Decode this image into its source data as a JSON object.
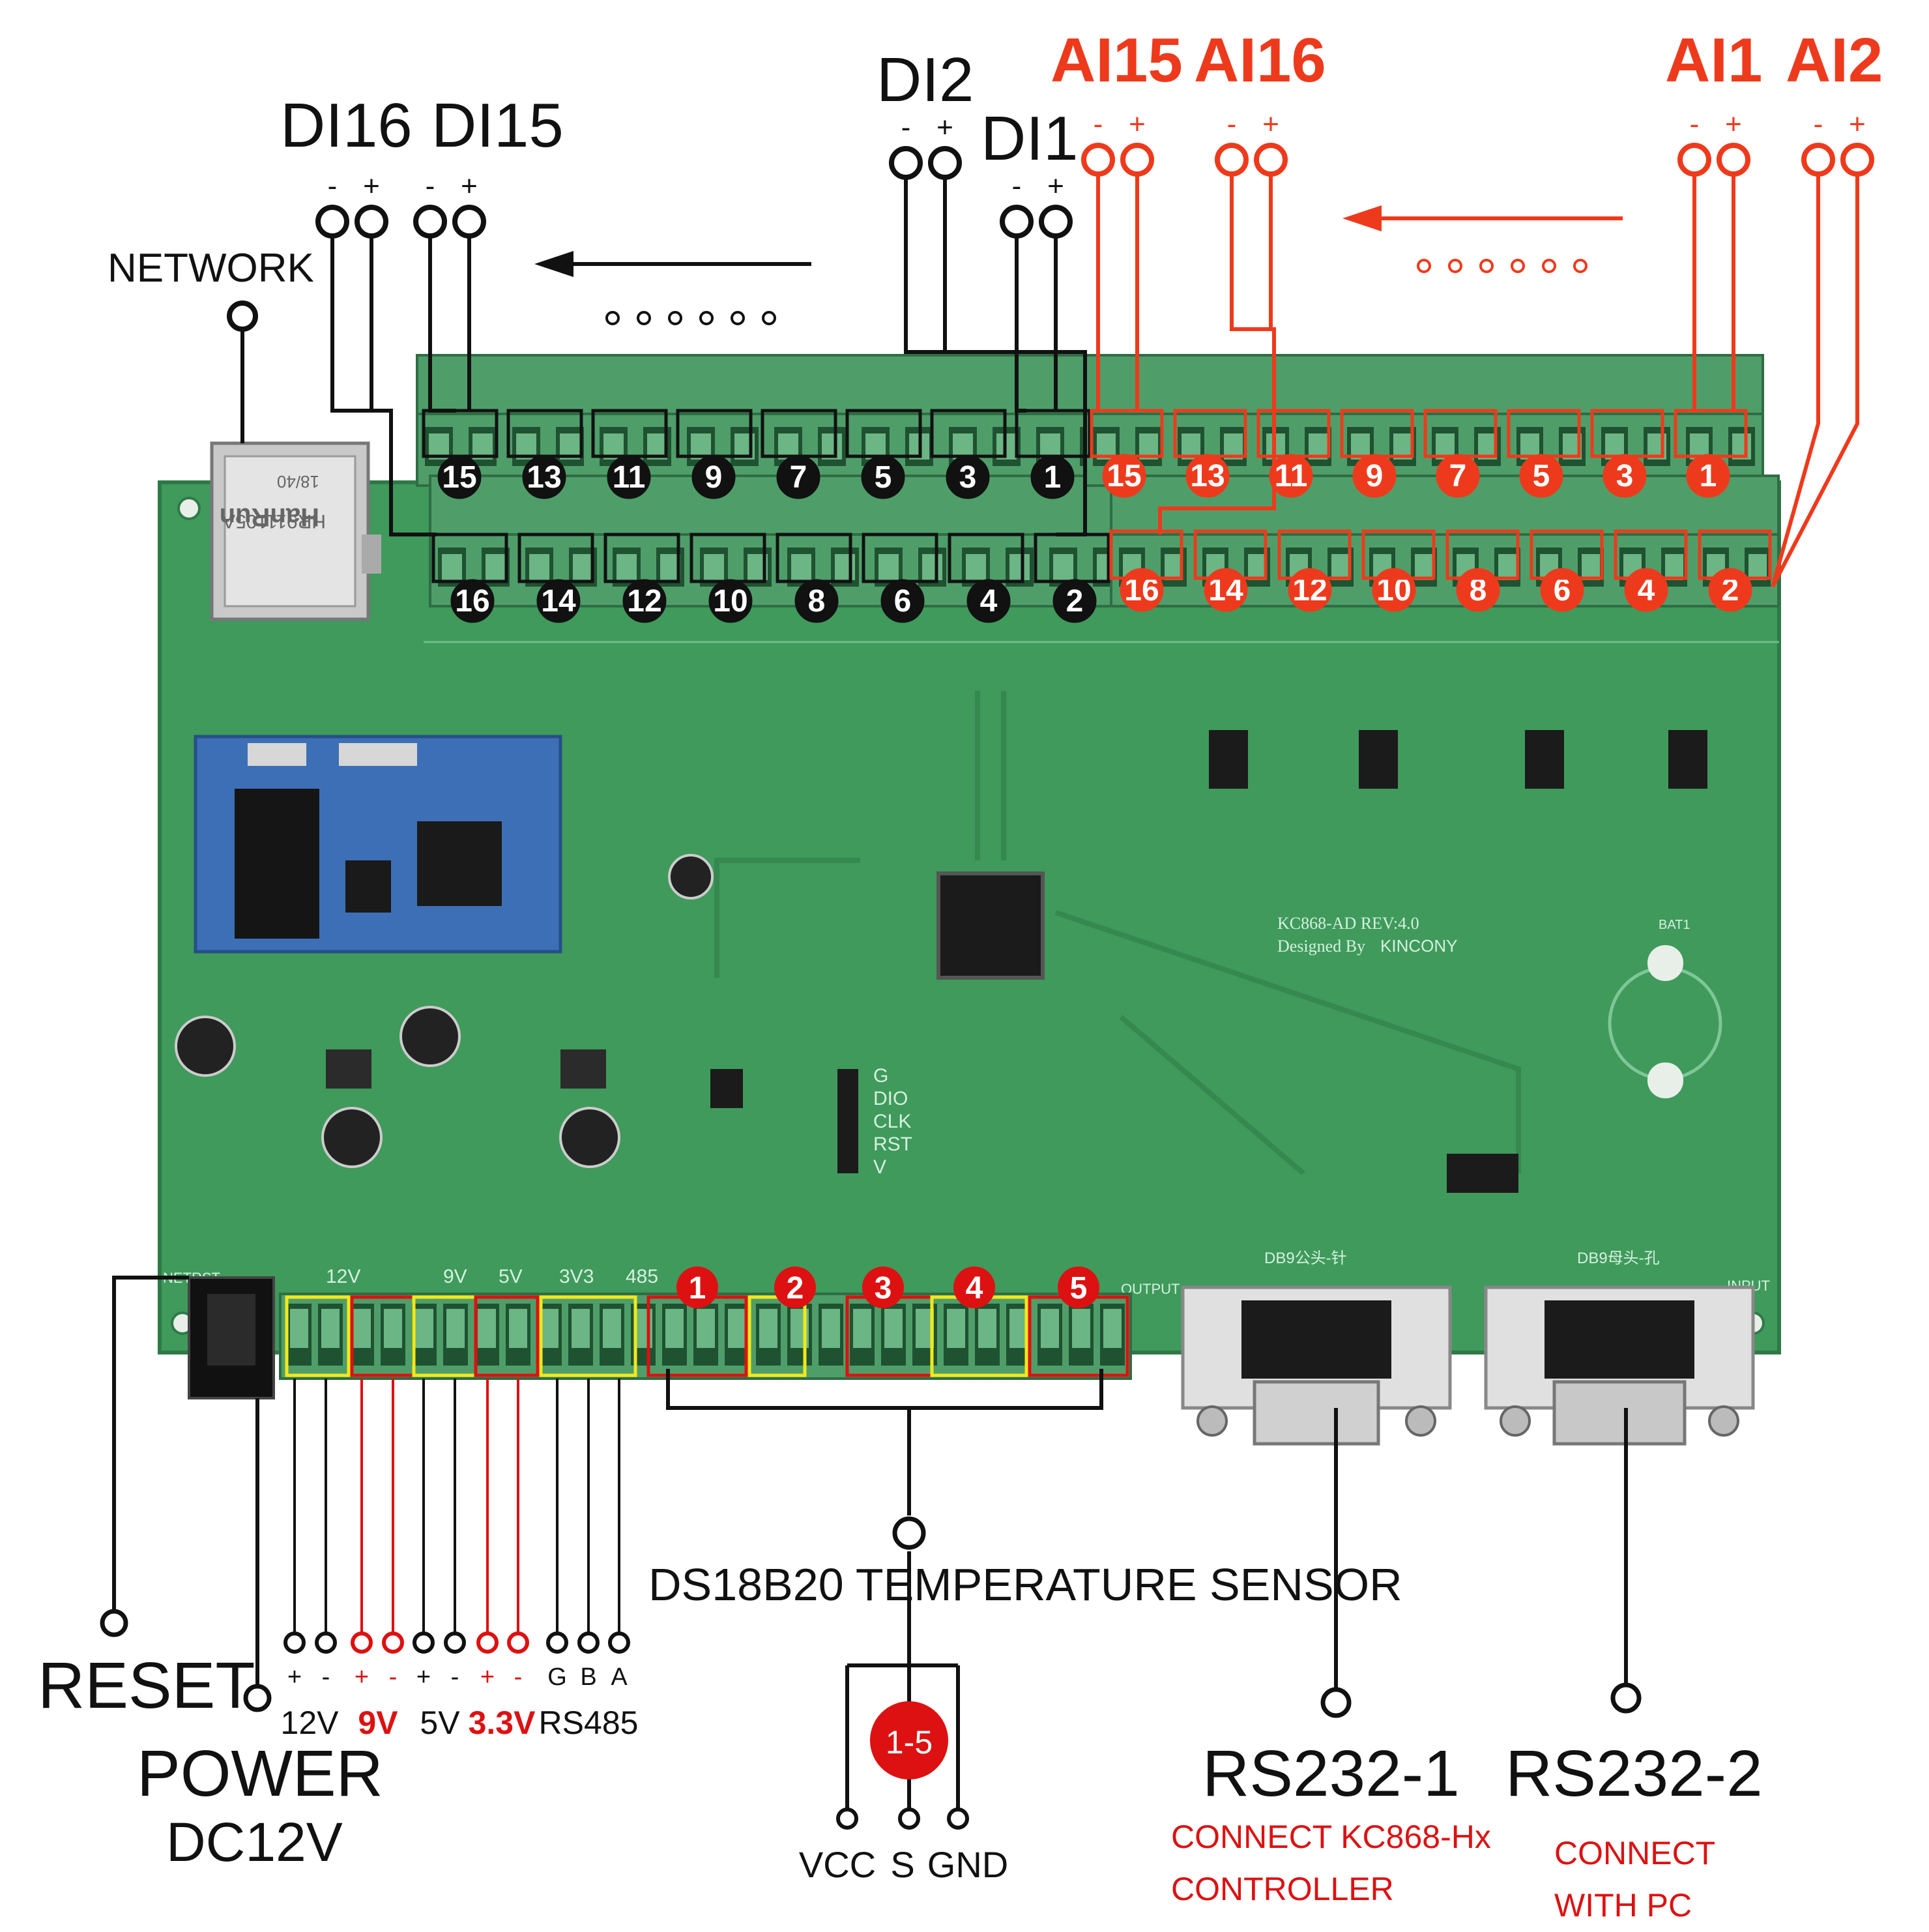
{
  "colors": {
    "board": "#3f9a5c",
    "board_dark": "#2e7a47",
    "terminal": "#4f9e6a",
    "terminal_dark": "#2f6d44",
    "accent": "#ee3a1c",
    "red_marker": "#dd1111",
    "yellow": "#f2e81a",
    "ink": "#111111"
  },
  "labels": {
    "network": "NETWORK",
    "di16": "DI16",
    "di15": "DI15",
    "di2": "DI2",
    "di1": "DI1",
    "ai15": "AI15",
    "ai16": "AI16",
    "ai1": "AI1",
    "ai2": "AI2",
    "reset": "RESET",
    "power": "POWER",
    "power_sub": "DC12V",
    "sensor": "DS18B20 TEMPERATURE SENSOR",
    "sensor_marker": "1-5",
    "rs232_1": "RS232-1",
    "rs232_1_note_1": "CONNECT KC868-Hx",
    "rs232_1_note_2": "CONTROLLER",
    "rs232_2": "RS232-2",
    "rs232_2_note_1": "CONNECT",
    "rs232_2_note_2": "WITH PC"
  },
  "polarity": {
    "minus": "-",
    "plus": "+"
  },
  "di_top_row": [
    "15",
    "13",
    "11",
    "9",
    "7",
    "5",
    "3",
    "1"
  ],
  "di_bottom_row": [
    "16",
    "14",
    "12",
    "10",
    "8",
    "6",
    "4",
    "2"
  ],
  "ai_top_row": [
    "15",
    "13",
    "11",
    "9",
    "7",
    "5",
    "3",
    "1"
  ],
  "ai_bottom_row": [
    "16",
    "14",
    "12",
    "10",
    "8",
    "6",
    "4",
    "2"
  ],
  "power_pins": {
    "symbols": [
      "+",
      "-",
      "+",
      "-",
      "+",
      "-",
      "+",
      "-",
      "G",
      "B",
      "A"
    ],
    "groups": [
      "12V",
      "9V",
      "5V",
      "3.3V",
      "RS485"
    ]
  },
  "sensor_ports": [
    "1",
    "2",
    "3",
    "4",
    "5"
  ],
  "sensor_pins": [
    "VCC",
    "S",
    "GND"
  ],
  "board_silk": {
    "model": "KC868-AD   REV:4.0",
    "designer": "Designed By",
    "brand": "KINCONY",
    "rj45_brand": "HanRun",
    "rj45_model": "HR911105A",
    "rj45_code": "18/40",
    "jp1_pins": [
      "G",
      "DIO",
      "CLK",
      "RST",
      "V"
    ],
    "db9_male": "DB9公头-针",
    "db9_female": "DB9母头-孔",
    "netrst": "NETRST",
    "header_labels": [
      "12V",
      "9V",
      "5V",
      "3V3",
      "485"
    ],
    "output": "OUTPUT",
    "input": "INPUT",
    "bat": "BAT1"
  }
}
